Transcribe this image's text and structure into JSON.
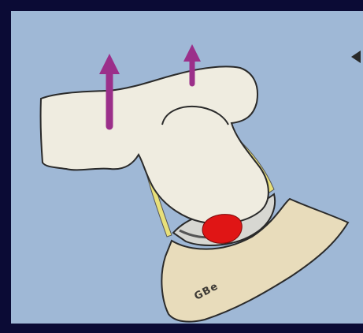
{
  "diagram": {
    "signature": "GBe",
    "colors": {
      "background": "#9fb8d6",
      "frame": "#0b0b35",
      "bone_upper": "#efece0",
      "bone_lower": "#e8dcbb",
      "ligament": "#e8e07a",
      "cartilage": "#d7d7d2",
      "lesion": "#e01515",
      "arrow": "#9b2f8a"
    },
    "arrows": [
      {
        "name": "traction-arrow-left",
        "direction": "up"
      },
      {
        "name": "traction-arrow-right",
        "direction": "up"
      }
    ]
  }
}
